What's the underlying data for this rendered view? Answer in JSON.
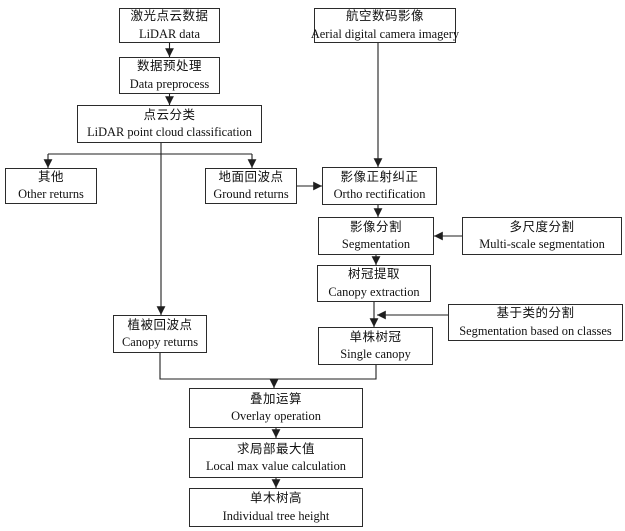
{
  "page": {
    "background": "#ffffff",
    "line_color": "#1f1f1f",
    "box_border_color": "#2b2b2b",
    "text_color": "#111111"
  },
  "nodes": {
    "lidar_data": {
      "cn": "激光点云数据",
      "en": "LiDAR data"
    },
    "data_preprocess": {
      "cn": "数据预处理",
      "en": "Data preprocess"
    },
    "point_cloud_classification": {
      "cn": "点云分类",
      "en": "LiDAR point cloud classification"
    },
    "other_returns": {
      "cn": "其他",
      "en": "Other returns"
    },
    "ground_returns": {
      "cn": "地面回波点",
      "en": "Ground returns"
    },
    "aerial_imagery": {
      "cn": "航空数码影像",
      "en": "Aerial digital camera imagery"
    },
    "ortho_rectification": {
      "cn": "影像正射纠正",
      "en": "Ortho rectification"
    },
    "segmentation": {
      "cn": "影像分割",
      "en": "Segmentation"
    },
    "multi_scale_segmentation": {
      "cn": "多尺度分割",
      "en": "Multi-scale segmentation"
    },
    "canopy_extraction": {
      "cn": "树冠提取",
      "en": "Canopy extraction"
    },
    "segmentation_based_on_classes": {
      "cn": "基于类的分割",
      "en": "Segmentation based on classes"
    },
    "single_canopy": {
      "cn": "单株树冠",
      "en": "Single canopy"
    },
    "canopy_returns": {
      "cn": "植被回波点",
      "en": "Canopy returns"
    },
    "overlay_operation": {
      "cn": "叠加运算",
      "en": "Overlay operation"
    },
    "local_max_value": {
      "cn": "求局部最大值",
      "en": "Local max value calculation"
    },
    "individual_tree_height": {
      "cn": "单木树高",
      "en": "Individual tree height"
    }
  },
  "edges": [
    {
      "from": "lidar_data",
      "to": "data_preprocess"
    },
    {
      "from": "data_preprocess",
      "to": "point_cloud_classification"
    },
    {
      "from": "point_cloud_classification",
      "to": "other_returns"
    },
    {
      "from": "point_cloud_classification",
      "to": "ground_returns"
    },
    {
      "from": "point_cloud_classification",
      "to": "canopy_returns"
    },
    {
      "from": "ground_returns",
      "to": "ortho_rectification"
    },
    {
      "from": "aerial_imagery",
      "to": "ortho_rectification"
    },
    {
      "from": "ortho_rectification",
      "to": "segmentation"
    },
    {
      "from": "multi_scale_segmentation",
      "to": "segmentation"
    },
    {
      "from": "segmentation",
      "to": "canopy_extraction"
    },
    {
      "from": "canopy_extraction",
      "to": "single_canopy"
    },
    {
      "from": "segmentation_based_on_classes",
      "to": "single_canopy"
    },
    {
      "from": "canopy_returns",
      "to": "overlay_operation"
    },
    {
      "from": "single_canopy",
      "to": "overlay_operation"
    },
    {
      "from": "overlay_operation",
      "to": "local_max_value"
    },
    {
      "from": "local_max_value",
      "to": "individual_tree_height"
    }
  ]
}
